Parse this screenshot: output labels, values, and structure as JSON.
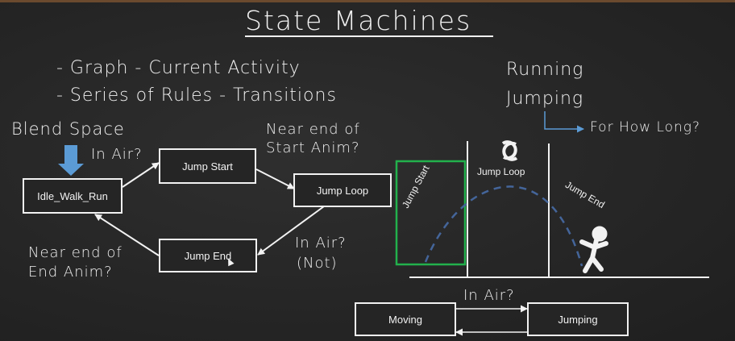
{
  "slide": {
    "title": "State Machines",
    "bullets": [
      "- Graph - Current Activity",
      "- Series of Rules - Transitions"
    ],
    "labels": {
      "blend_space": "Blend Space",
      "in_air_1": "In Air?",
      "near_end_start_1": "Near end of",
      "near_end_start_2": "Start Anim?",
      "near_end_end_1": "Near end of",
      "near_end_end_2": "End Anim?",
      "in_air_not_1": "In Air?",
      "in_air_not_2": "(Not)",
      "running": "Running",
      "jumping": "Jumping",
      "for_how_long": "For How Long?",
      "in_air_bottom": "In Air?"
    },
    "states": {
      "idle_walk_run": "Idle_Walk_Run",
      "jump_start": "Jump Start",
      "jump_loop": "Jump Loop",
      "jump_end": "Jump End",
      "moving": "Moving",
      "jumping": "Jumping"
    },
    "phases": {
      "jump_start": "Jump Start",
      "jump_loop": "Jump Loop",
      "jump_end": "Jump End"
    },
    "colors": {
      "background": "#262626",
      "arrow_blue": "#5b9bd5",
      "highlight_green": "#22b14c",
      "curve_blue": "#44659a",
      "line": "#f2f2f2"
    },
    "icons": [
      "down-arrow-icon",
      "loop-icon",
      "cursor-icon",
      "stick-figure-icon"
    ]
  }
}
